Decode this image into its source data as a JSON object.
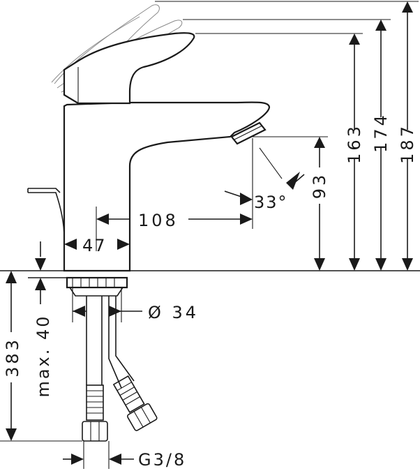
{
  "dimensions": {
    "height_total": "187",
    "height_lever": "174",
    "height_body": "163",
    "height_spout": "93",
    "angle": "33°",
    "spout_reach": "108",
    "base_width": "47",
    "thread_diameter": "Ø 34",
    "counter_max": "max. 40",
    "hose_length": "383",
    "connection_thread": "G3/8"
  }
}
